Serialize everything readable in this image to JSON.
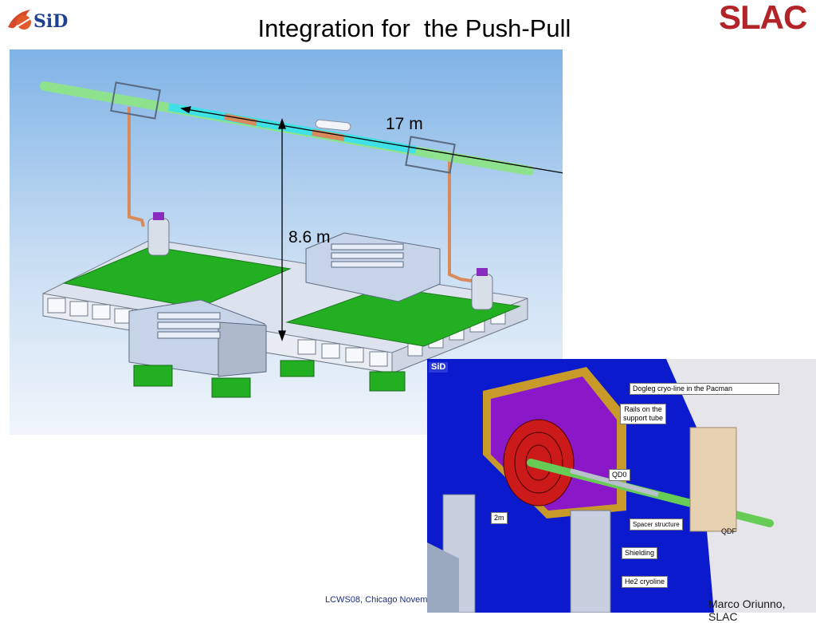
{
  "header": {
    "title": "Integration for  the Push-Pull",
    "sid_logo_text": "SiD",
    "slac_logo_text": "SLAC"
  },
  "main_figure": {
    "length_label": "17 m",
    "height_label": "8.6 m"
  },
  "inset": {
    "logo_text": "SiD",
    "labels": {
      "dogleg": "Dogleg cryo-line in the Pacman",
      "rails_line1": "Rails on the",
      "rails_line2": "support tube",
      "qd0": "QD0",
      "two_m": "2m",
      "spacer": "Spacer structure",
      "qdf": "QDF",
      "shielding": "Shielding",
      "he2": "He2 cryoline"
    }
  },
  "footer": {
    "left": "LCWS08, Chicago Novem",
    "right": "Marco Oriunno, SLAC"
  },
  "colors": {
    "accent_blue": "#1f3f8f",
    "slac_red": "#b32428",
    "platform_green": "#22b022",
    "beam_cyan": "#3fe0e6",
    "inset_blue": "#0a1acc",
    "magnet_purple": "#8a18c8"
  }
}
